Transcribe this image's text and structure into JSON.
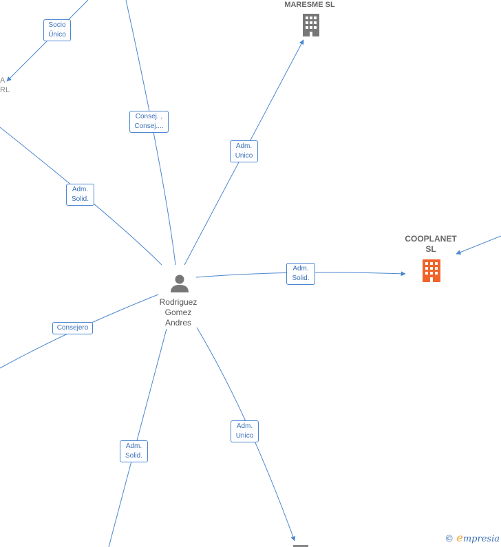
{
  "nodes": {
    "person": {
      "name_lines": [
        "Rodriguez",
        "Gomez",
        "Andres"
      ]
    },
    "maresme": {
      "label": "MARESME SL"
    },
    "cooplanet": {
      "label_lines": [
        "COOPLANET",
        "SL"
      ]
    },
    "cut_left": {
      "lines": [
        "A",
        "RL"
      ]
    }
  },
  "edges": {
    "socio_unico": [
      "Socio",
      "Único"
    ],
    "consej": [
      "Consej. ,",
      "Consej...."
    ],
    "adm_unico_top": [
      "Adm.",
      "Unico"
    ],
    "adm_solid_left": [
      "Adm.",
      "Solid."
    ],
    "adm_solid_right": [
      "Adm.",
      "Solid."
    ],
    "consejero": "Consejero",
    "adm_solid_bottom": [
      "Adm.",
      "Solid."
    ],
    "adm_unico_bottom": [
      "Adm.",
      "Unico"
    ]
  },
  "brand": {
    "copyright": "©",
    "name": "mpresia",
    "initial": "e"
  },
  "colors": {
    "edge": "#4a86d0",
    "company": "#777777",
    "highlight": "#f0642c"
  }
}
